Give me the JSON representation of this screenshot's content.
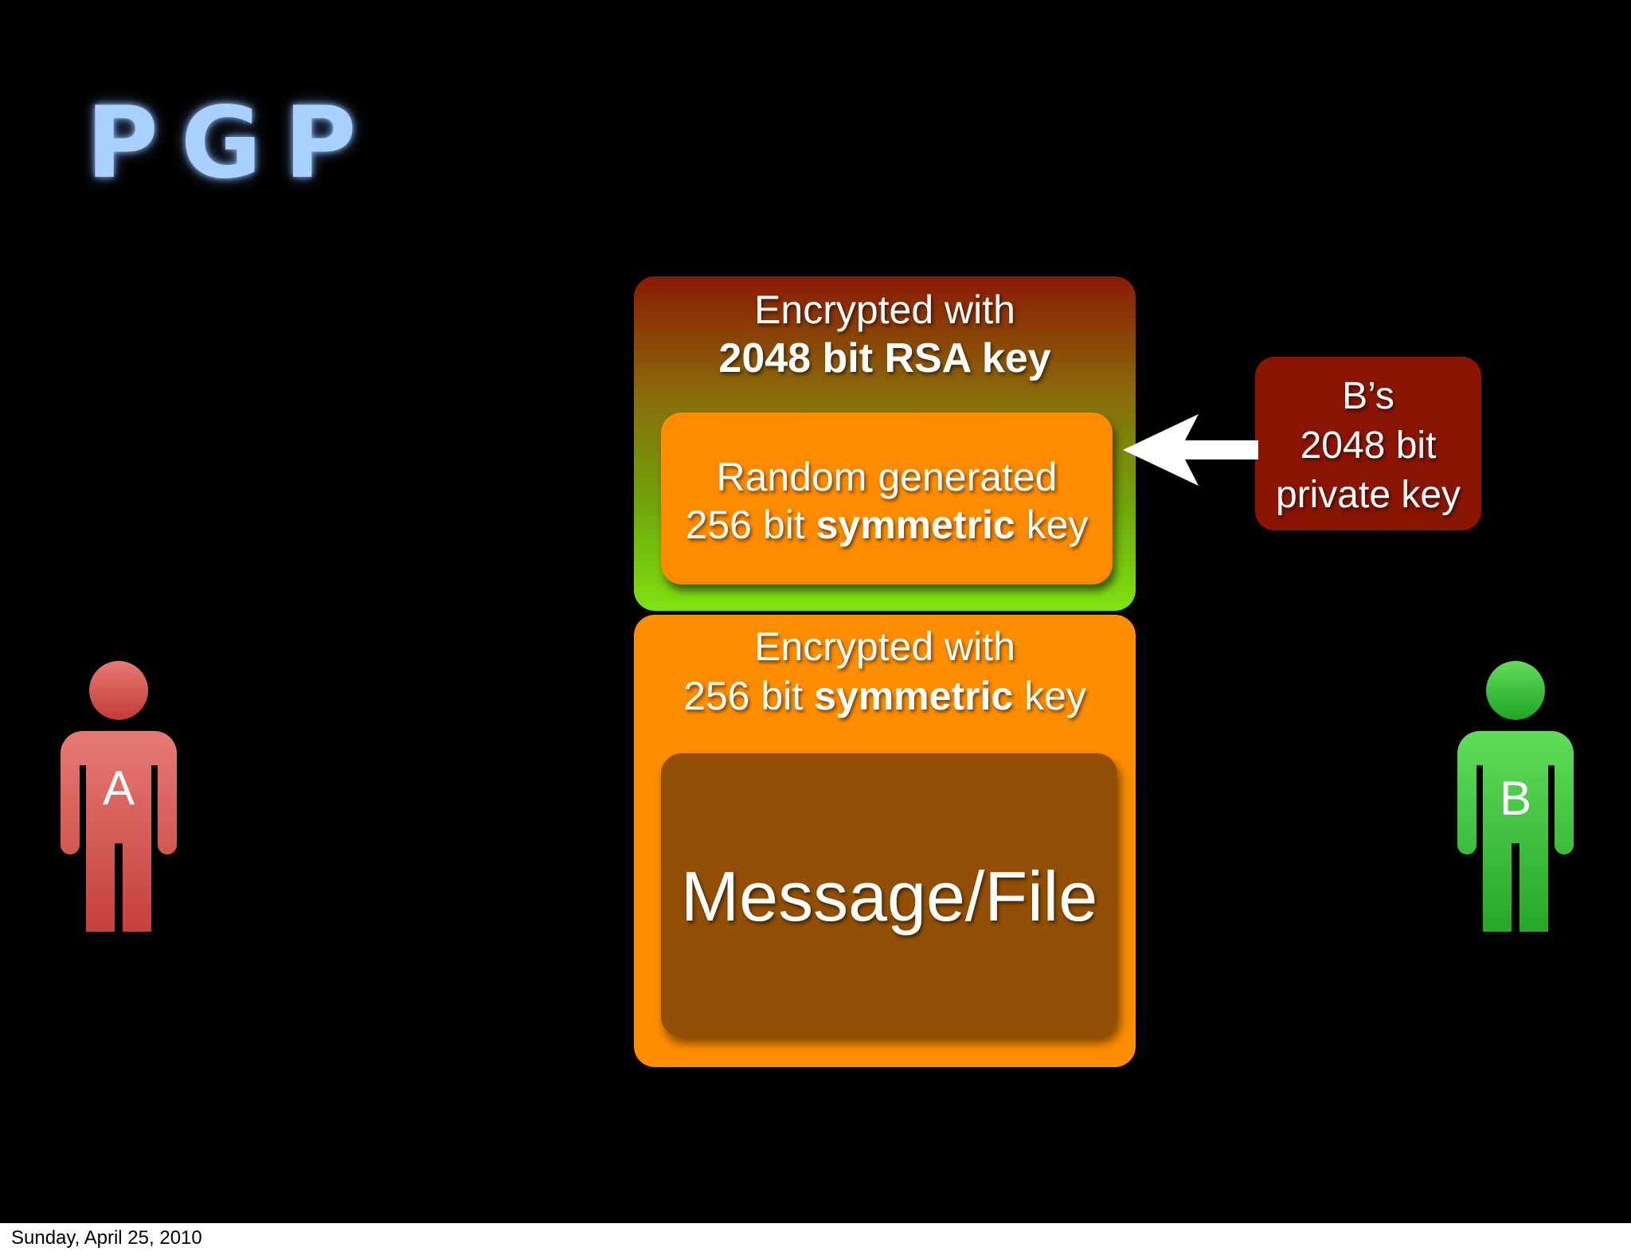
{
  "slide": {
    "title": "PGP",
    "rsa_box": {
      "line1": "Encrypted with",
      "line2": "2048 bit RSA key"
    },
    "key_box": {
      "line1": "Random generated",
      "line2_prefix": "256 bit ",
      "line2_bold": "symmetric",
      "line2_suffix": " key"
    },
    "symmetric_box": {
      "line1": "Encrypted with",
      "line2_prefix": "256 bit ",
      "line2_bold": "symmetric",
      "line2_suffix": " key"
    },
    "message_box": {
      "label": "Message/File"
    },
    "private_key_box": {
      "line1": "B’s",
      "line2": "2048 bit",
      "line3": "private key"
    },
    "person_a": {
      "label": "A",
      "color": "#d95a56",
      "icon": "person-icon"
    },
    "person_b": {
      "label": "B",
      "color": "#3cc43c",
      "icon": "person-icon"
    },
    "arrow": {
      "icon": "arrow-left-icon",
      "color": "#ffffff"
    },
    "colors": {
      "background": "#000000",
      "rsa_gradient_top": "#8a1a06",
      "rsa_gradient_bottom": "#7fe312",
      "orange": "#ff8d00",
      "message_brown": "#924f05",
      "private_key_red": "#8b1504",
      "title_blue": "#aad0ff"
    }
  },
  "footer": {
    "date": "Sunday, April 25, 2010"
  }
}
